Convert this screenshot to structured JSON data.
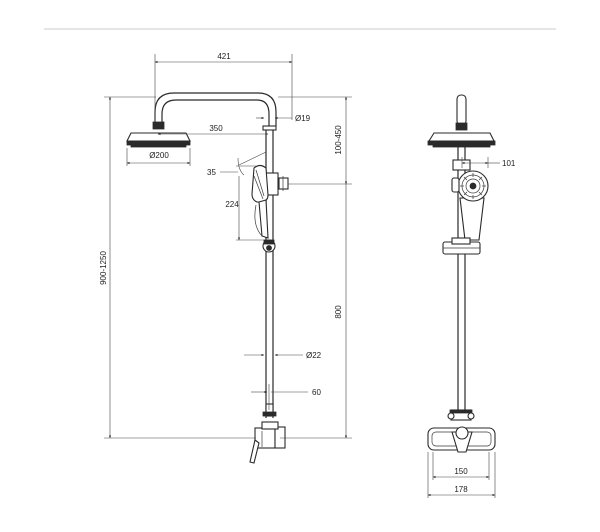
{
  "dimensions": {
    "arm_length": "421",
    "arm_to_center": "350",
    "diameter_arm": "Ø19",
    "head_diameter": "Ø200",
    "height_adjust": "100-450",
    "total_height": "900-1250",
    "handshower_angle": "35",
    "holder_height": "224",
    "rail_height": "800",
    "pipe_diameter": "Ø22",
    "inlet_offset": "60",
    "handshower_projection": "101",
    "valve_width": "150",
    "shelf_width": "178"
  },
  "colors": {
    "line": "#2a2a2a",
    "background": "#ffffff",
    "rule": "#cccccc"
  }
}
